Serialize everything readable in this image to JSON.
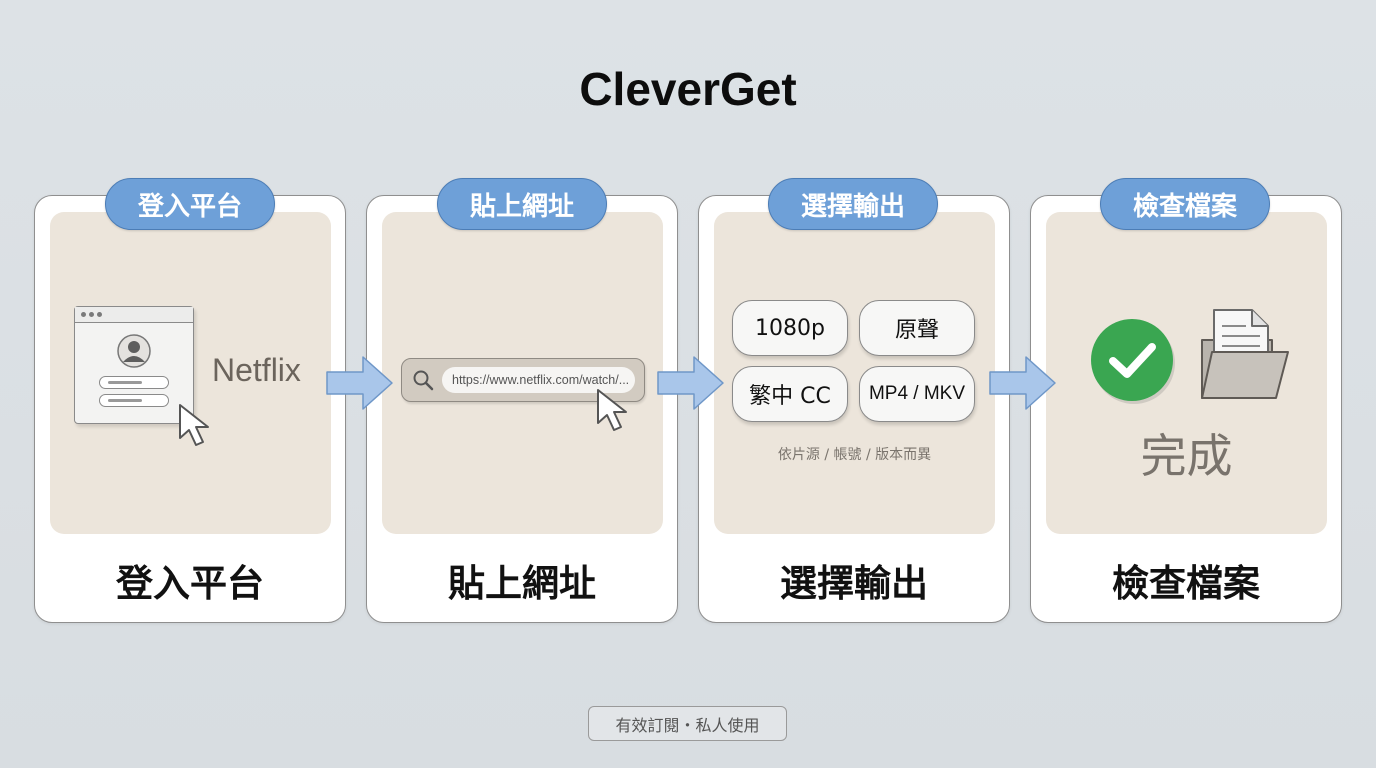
{
  "title": "CleverGet",
  "steps": [
    {
      "badge": "登入平台",
      "caption": "登入平台",
      "platform_label": "Netflix"
    },
    {
      "badge": "貼上網址",
      "caption": "貼上網址",
      "url": "https://www.netflix.com/watch/..."
    },
    {
      "badge": "選擇輸出",
      "caption": "選擇輸出",
      "options": [
        "1080p",
        "原聲",
        "繁中 CC",
        "MP4 / MKV"
      ],
      "note": "依片源 / 帳號 / 版本而異"
    },
    {
      "badge": "檢查檔案",
      "caption": "檢查檔案",
      "status": "完成"
    }
  ],
  "footer": "有效訂閱・私人使用",
  "colors": {
    "badge": "#6ea0d8",
    "arrow": "#a9c6ea",
    "panel": "#ece5db",
    "check": "#3aa651"
  }
}
